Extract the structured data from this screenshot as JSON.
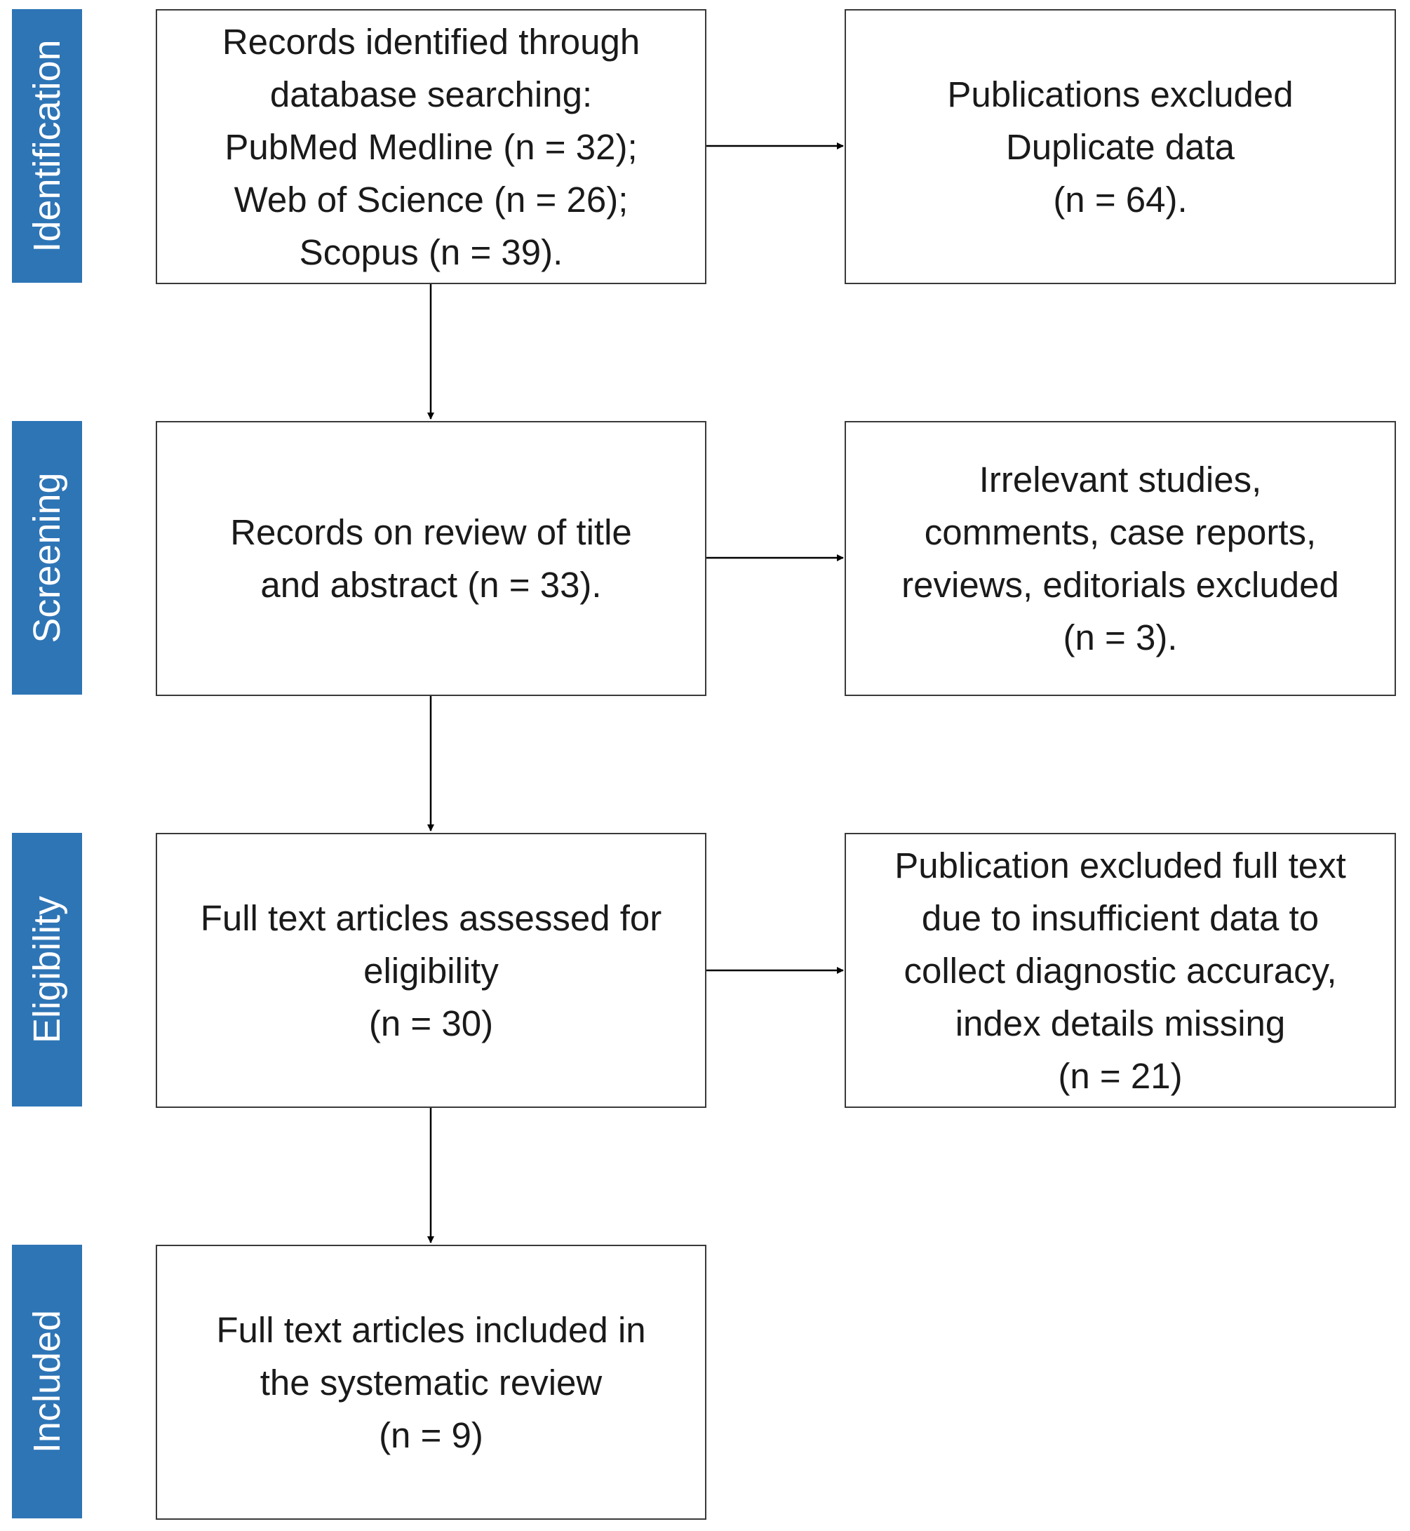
{
  "stages": [
    {
      "key": "identification",
      "label": "Identification"
    },
    {
      "key": "screening",
      "label": "Screening"
    },
    {
      "key": "eligibility",
      "label": "Eligibility"
    },
    {
      "key": "included",
      "label": "Included"
    }
  ],
  "main_boxes": [
    {
      "key": "identified",
      "lines": [
        "Records identified through",
        "database searching:",
        "PubMed Medline (n = 32);",
        "Web of Science (n = 26);",
        "Scopus (n = 39)."
      ]
    },
    {
      "key": "screened",
      "lines": [
        "Records on review of title",
        "and abstract (n = 33)."
      ]
    },
    {
      "key": "eligible",
      "lines": [
        "Full text articles assessed for",
        "eligibility",
        "(n = 30)"
      ]
    },
    {
      "key": "included",
      "lines": [
        "Full text articles included in",
        "the systematic review",
        "(n = 9)"
      ]
    }
  ],
  "exclusion_boxes": [
    {
      "key": "duplicates",
      "lines": [
        "Publications excluded",
        "Duplicate data",
        "(n = 64)."
      ]
    },
    {
      "key": "irrelevant",
      "lines": [
        "Irrelevant studies,",
        "comments, case reports,",
        "reviews, editorials excluded",
        "(n = 3)."
      ]
    },
    {
      "key": "insufficient-data",
      "lines": [
        "Publication excluded full text",
        "due to insufficient data to",
        "collect diagnostic accuracy,",
        "index details missing",
        "(n = 21)"
      ]
    }
  ],
  "colors": {
    "stage_bar": "#2e75b6",
    "stage_text": "#ffffff",
    "box_border": "#3a3a3a",
    "text": "#1a1a1a",
    "arrow": "#000000"
  }
}
